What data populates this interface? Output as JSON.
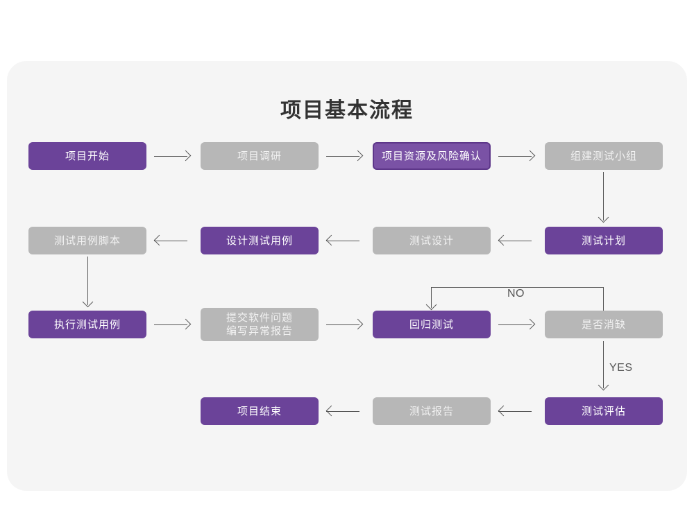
{
  "page": {
    "title": "项目基本流程",
    "background_color": "#ffffff",
    "card_color": "#f5f5f5",
    "purple": "#6b4399",
    "gray": "#b7b7b7",
    "line_color": "#555555"
  },
  "nodes": [
    {
      "id": "n1",
      "label": "项目开始",
      "style": "purple"
    },
    {
      "id": "n2",
      "label": "项目调研",
      "style": "gray"
    },
    {
      "id": "n3",
      "label": "项目资源及风险确认",
      "style": "purple-outline"
    },
    {
      "id": "n4",
      "label": "组建测试小组",
      "style": "gray"
    },
    {
      "id": "n5",
      "label": "测试用例脚本",
      "style": "gray"
    },
    {
      "id": "n6",
      "label": "设计测试用例",
      "style": "purple"
    },
    {
      "id": "n7",
      "label": "测试设计",
      "style": "gray"
    },
    {
      "id": "n8",
      "label": "测试计划",
      "style": "purple"
    },
    {
      "id": "n9",
      "label": "执行测试用例",
      "style": "purple"
    },
    {
      "id": "n10",
      "label": "提交软件问题\n编写异常报告",
      "style": "gray"
    },
    {
      "id": "n11",
      "label": "回归测试",
      "style": "purple"
    },
    {
      "id": "n12",
      "label": "是否消缺",
      "style": "gray"
    },
    {
      "id": "n13",
      "label": "项目结束",
      "style": "purple"
    },
    {
      "id": "n14",
      "label": "测试报告",
      "style": "gray"
    },
    {
      "id": "n15",
      "label": "测试评估",
      "style": "purple"
    }
  ],
  "edge_labels": {
    "no": "NO",
    "yes": "YES"
  }
}
